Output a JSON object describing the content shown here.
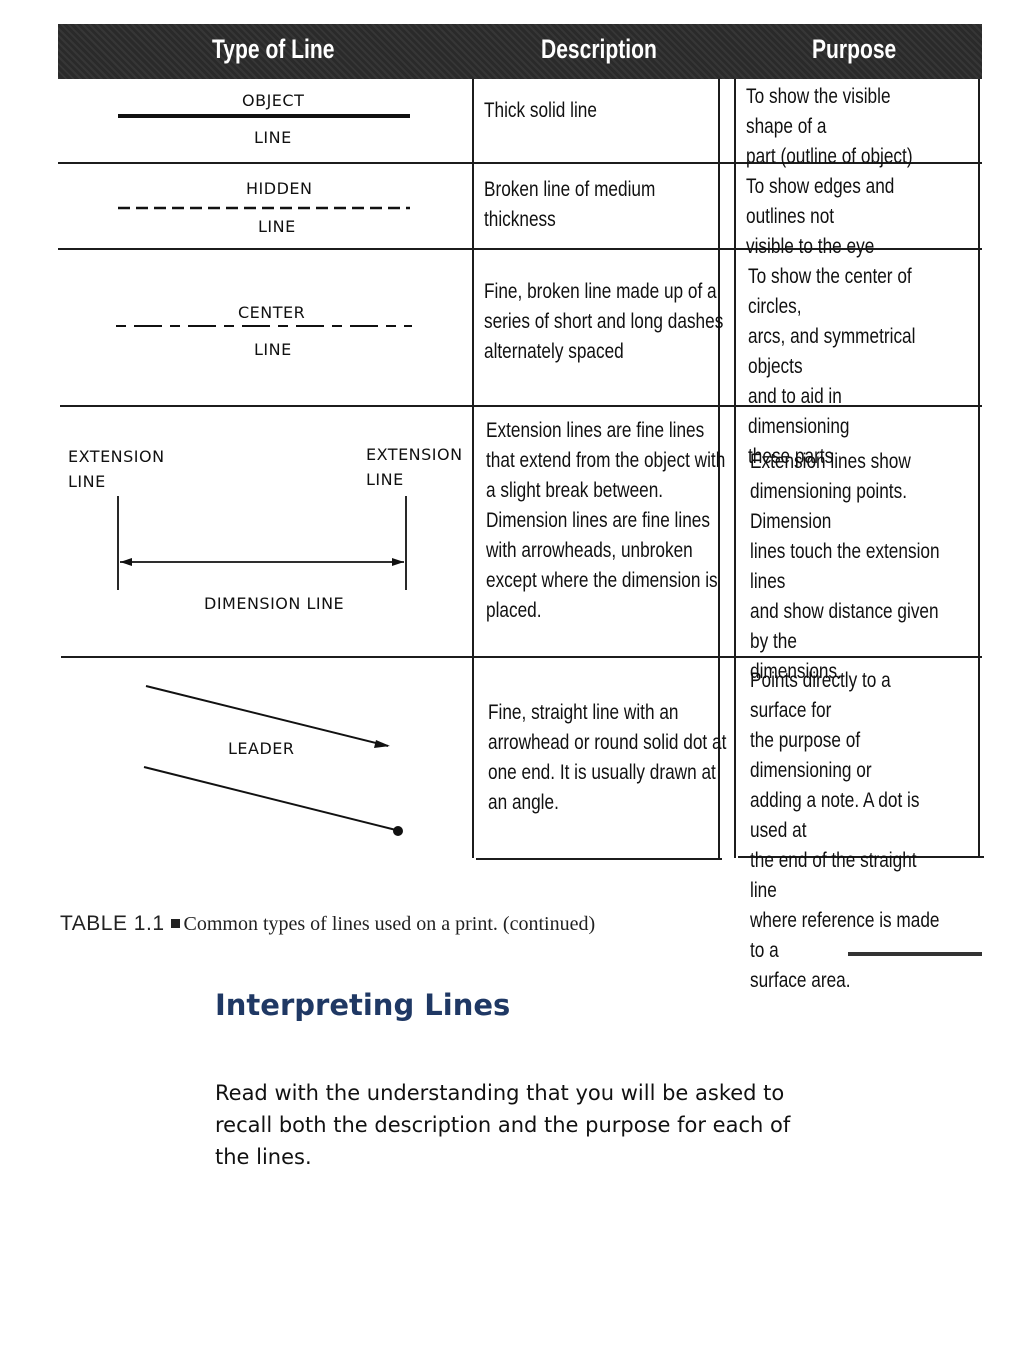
{
  "table": {
    "headers": [
      "Type of Line",
      "Description",
      "Purpose"
    ],
    "rows": [
      {
        "type_label": [
          "OBJECT",
          "LINE"
        ],
        "description": "Thick solid line",
        "purpose": "To show the visible shape of a\npart (outline of object)"
      },
      {
        "type_label": [
          "HIDDEN",
          "LINE"
        ],
        "description": "Broken line of medium\nthickness",
        "purpose": "To show edges and outlines not\nvisible to the eye"
      },
      {
        "type_label": [
          "CENTER",
          "LINE"
        ],
        "description": "Fine, broken line made up of a\nseries of short and long dashes\nalternately spaced",
        "purpose": "To show the center of circles,\narcs, and symmetrical objects\nand to aid in dimensioning\nthese parts"
      },
      {
        "type_label": [
          "EXTENSION\nLINE",
          "EXTENSION\nLINE",
          "DIMENSION LINE"
        ],
        "description": "Extension lines are fine lines\nthat extend from the object with\na slight break between.\nDimension lines are fine lines\nwith arrowheads, unbroken\nexcept where the dimension is\nplaced.",
        "purpose": "Extension lines show\ndimensioning points. Dimension\nlines touch the extension lines\nand show distance given by the\ndimensions."
      },
      {
        "type_label": [
          "LEADER"
        ],
        "description": "Fine, straight line with an\narrowhead or round solid dot at\none end. It is usually drawn at\nan angle.",
        "purpose": "Points directly to a surface for\nthe purpose of dimensioning or\nadding a note. A dot is used at\nthe end of the straight line\nwhere reference is made to a\nsurface area."
      }
    ]
  },
  "caption": {
    "label": "TABLE 1.1",
    "text": "Common types of lines used on a print. (continued)"
  },
  "section": {
    "title": "Interpreting Lines",
    "body": "Read with the understanding that you will be asked to recall both the description and the purpose for each of the lines."
  },
  "colors": {
    "header_bg": "#2a2a2a",
    "title": "#1f3864"
  }
}
